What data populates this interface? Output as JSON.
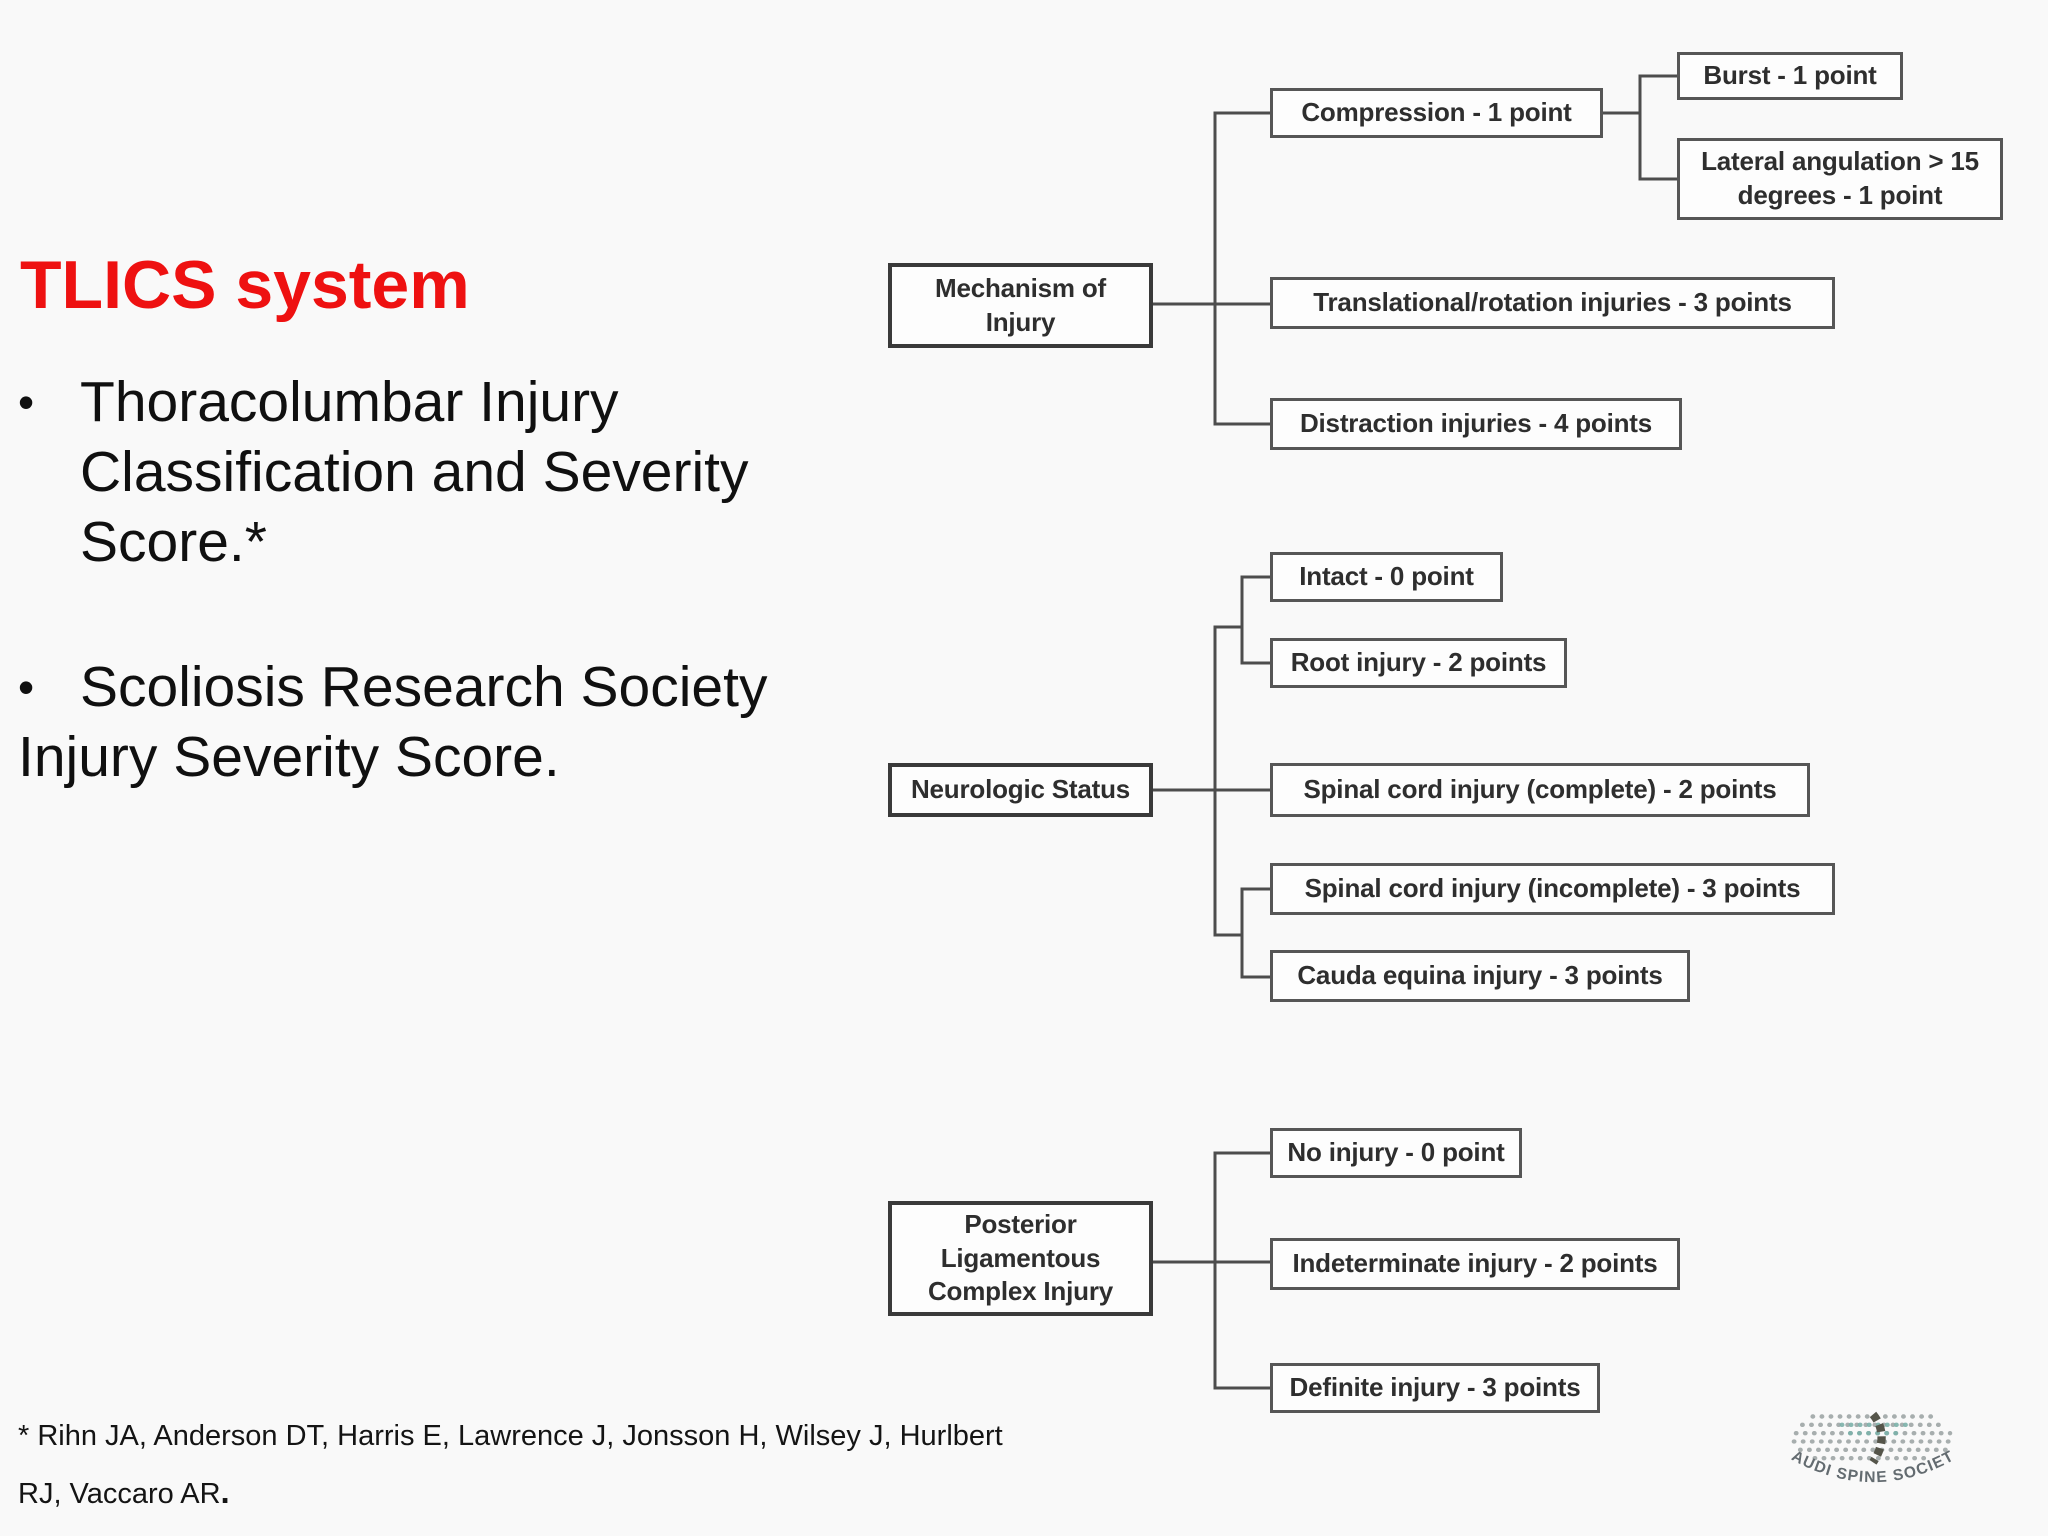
{
  "meta": {
    "colors": {
      "title_red": "#ee1111",
      "box_border": "#565656",
      "box_text": "#2e2e2e",
      "background": "#f9f9f9"
    }
  },
  "title": "TLICS system",
  "bullets": {
    "marker": "•",
    "item1": "Thoracolumbar Injury\nClassification and Severity\nScore.*",
    "item2_line1": "Scoliosis Research Society",
    "item2_line2": "Injury Severity Score."
  },
  "footnote": {
    "line1": "* Rihn JA, Anderson DT, Harris E, Lawrence J, Jonsson H, Wilsey J, Hurlbert",
    "line2": "RJ, Vaccaro AR",
    "line2_period": "."
  },
  "logo": {
    "text": "SAUDI SPINE SOCIETY"
  },
  "diagram": {
    "mechanism": {
      "parent": "Mechanism of\nInjury",
      "compression": "Compression - 1 point",
      "burst": "Burst - 1 point",
      "lateral": "Lateral angulation > 15\ndegrees - 1 point",
      "translational": "Translational/rotation injuries - 3 points",
      "distraction": "Distraction injuries - 4 points"
    },
    "neurologic": {
      "parent": "Neurologic Status",
      "intact": "Intact - 0 point",
      "root": "Root injury - 2 points",
      "complete": "Spinal cord injury (complete) - 2 points",
      "incomplete": "Spinal cord injury (incomplete) - 3 points",
      "cauda": "Cauda equina injury - 3 points"
    },
    "plc": {
      "parent": "Posterior\nLigamentous\nComplex Injury",
      "no_injury": "No injury - 0 point",
      "indeterminate": "Indeterminate injury - 2 points",
      "definite": "Definite injury - 3 points"
    }
  }
}
